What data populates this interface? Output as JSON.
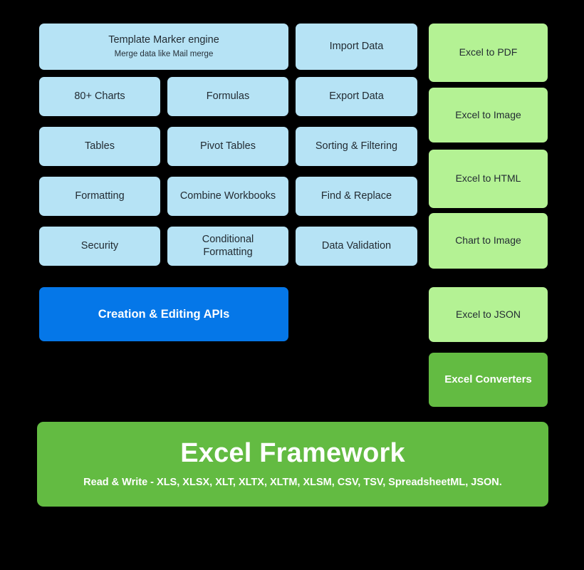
{
  "colors": {
    "background": "#000000",
    "feature_box": "#b6e3f5",
    "converter_box": "#b4f294",
    "api_bar": "#0577e8",
    "converter_header": "#63bb42",
    "framework_bar": "#63bb42",
    "feature_text": "#232c33",
    "inverse_text": "#ffffff"
  },
  "features": {
    "template_marker": {
      "title": "Template Marker engine",
      "subtitle": "Merge data like Mail merge"
    },
    "column1": [
      "80+ Charts",
      "Tables",
      "Formatting",
      "Security"
    ],
    "column2": [
      "Formulas",
      "Pivot Tables",
      "Combine Workbooks",
      "Conditional Formatting"
    ],
    "column3": [
      "Import Data",
      "Export Data",
      "Sorting & Filtering",
      "Find & Replace",
      "Data Validation"
    ]
  },
  "api_bar": {
    "label": "Creation & Editing APIs"
  },
  "converters": {
    "items": [
      "Excel to PDF",
      "Excel to Image",
      "Excel to HTML",
      "Chart to Image",
      "Excel to JSON"
    ],
    "header": "Excel Converters"
  },
  "framework": {
    "title": "Excel Framework",
    "subtitle": "Read & Write - XLS, XLSX, XLT, XLTX, XLTM, XLSM, CSV, TSV, SpreadsheetML, JSON."
  }
}
